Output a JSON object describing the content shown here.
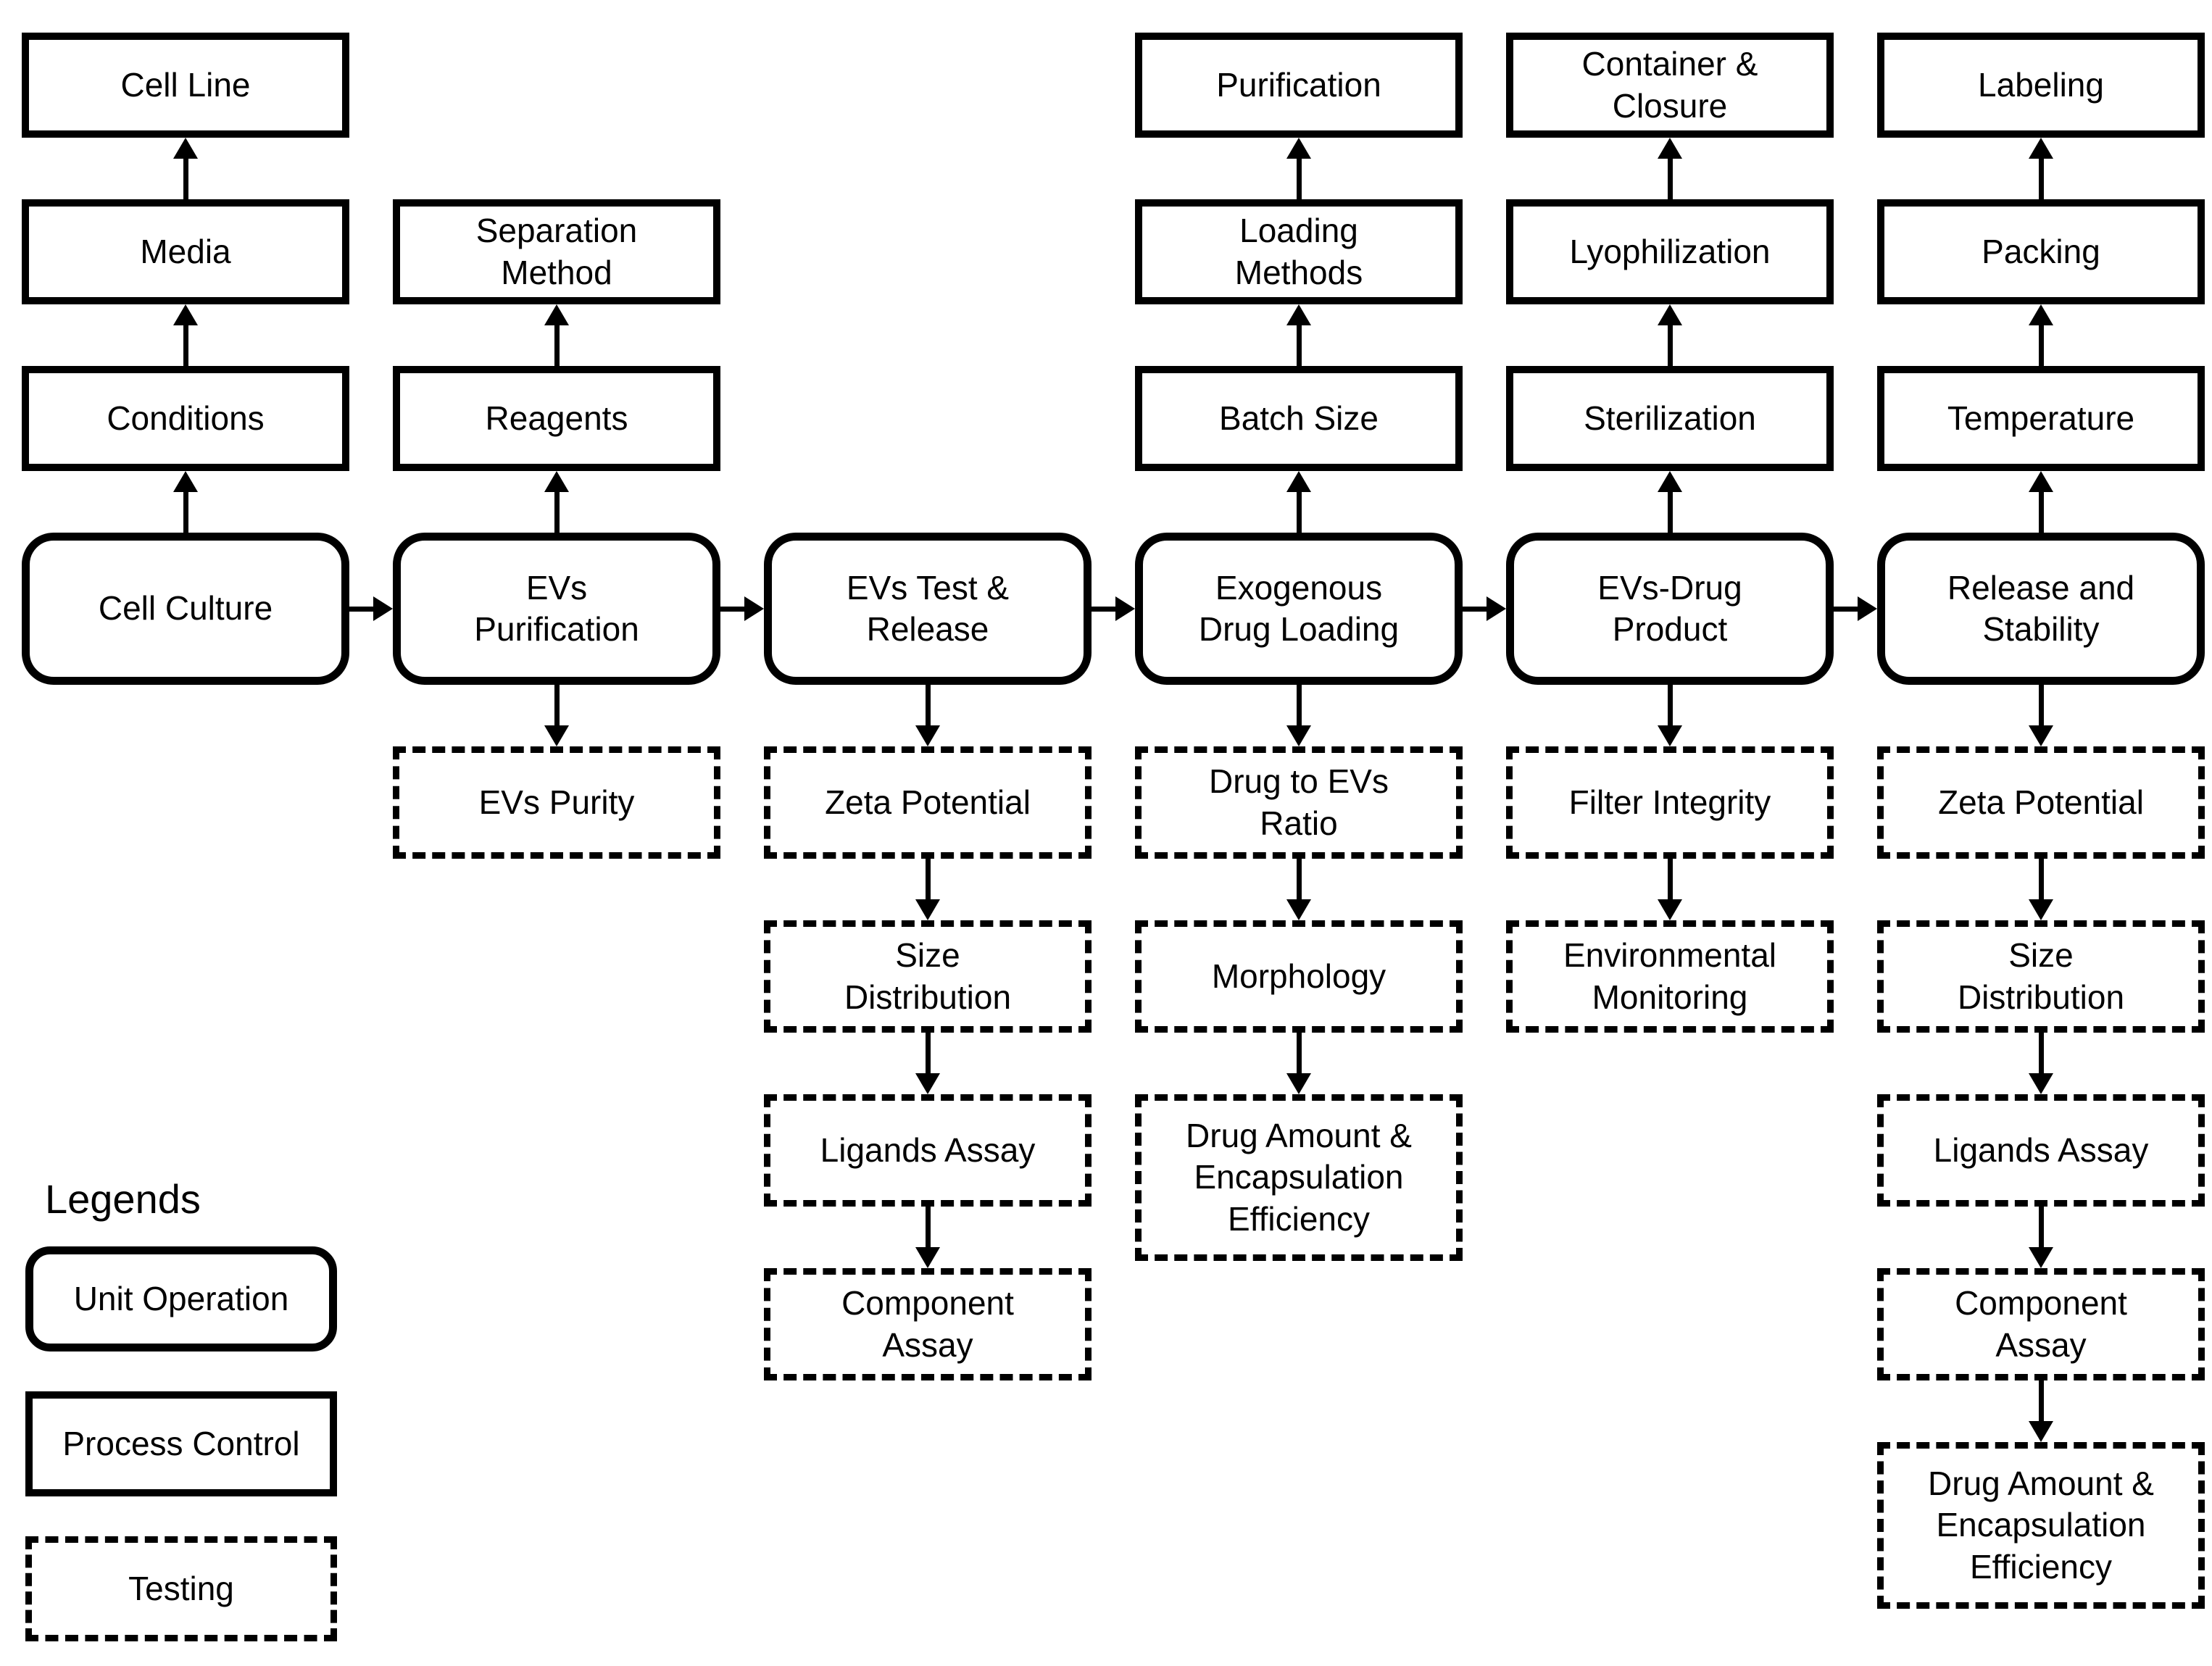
{
  "colors": {
    "stroke": "#000000",
    "background": "#ffffff"
  },
  "flow": {
    "stages": [
      {
        "id": "cell-culture",
        "label": "Cell Culture",
        "process_controls": [
          "Conditions",
          "Media",
          "Cell Line"
        ],
        "testing": []
      },
      {
        "id": "evs-purification",
        "label": "EVs\nPurification",
        "process_controls": [
          "Reagents",
          "Separation\nMethod"
        ],
        "testing": [
          "EVs Purity"
        ]
      },
      {
        "id": "evs-test-release",
        "label": "EVs Test &\nRelease",
        "process_controls": [],
        "testing": [
          "Zeta Potential",
          "Size\nDistribution",
          "Ligands Assay",
          "Component\nAssay"
        ]
      },
      {
        "id": "exogenous-drug-loading",
        "label": "Exogenous\nDrug Loading",
        "process_controls": [
          "Batch Size",
          "Loading\nMethods",
          "Purification"
        ],
        "testing": [
          "Drug to EVs\nRatio",
          "Morphology",
          "Drug Amount &\nEncapsulation\nEfficiency"
        ]
      },
      {
        "id": "evs-drug-product",
        "label": "EVs-Drug\nProduct",
        "process_controls": [
          "Sterilization",
          "Lyophilization",
          "Container &\nClosure"
        ],
        "testing": [
          "Filter Integrity",
          "Environmental\nMonitoring"
        ]
      },
      {
        "id": "release-and-stability",
        "label": "Release and\nStability",
        "process_controls": [
          "Temperature",
          "Packing",
          "Labeling"
        ],
        "testing": [
          "Zeta Potential",
          "Size\nDistribution",
          "Ligands Assay",
          "Component\nAssay",
          "Drug Amount &\nEncapsulation\nEfficiency"
        ]
      }
    ]
  },
  "legend": {
    "title": "Legends",
    "items": [
      {
        "label": "Unit Operation",
        "type": "unit-operation"
      },
      {
        "label": "Process Control",
        "type": "process-control"
      },
      {
        "label": "Testing",
        "type": "testing"
      }
    ]
  }
}
